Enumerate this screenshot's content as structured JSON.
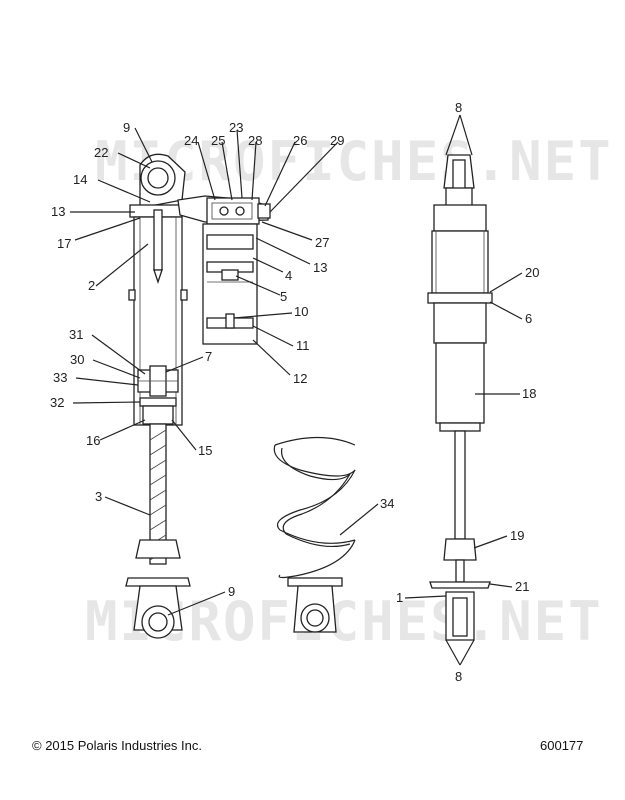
{
  "watermark": "MICROFICHES.NET",
  "footer": {
    "copyright": "© 2015 Polaris Industries Inc.",
    "doc_number": "600177"
  },
  "callouts": {
    "c9_top": "9",
    "c22": "22",
    "c14": "14",
    "c13_left": "13",
    "c17": "17",
    "c2": "2",
    "c24": "24",
    "c25": "25",
    "c23": "23",
    "c28": "28",
    "c26": "26",
    "c29": "29",
    "c27": "27",
    "c13_right": "13",
    "c4": "4",
    "c5": "5",
    "c10": "10",
    "c11": "11",
    "c12": "12",
    "c31": "31",
    "c7": "7",
    "c30": "30",
    "c33": "33",
    "c32": "32",
    "c16": "16",
    "c15": "15",
    "c3": "3",
    "c9_bottom": "9",
    "c34": "34",
    "c8_top": "8",
    "c20": "20",
    "c6": "6",
    "c18": "18",
    "c19": "19",
    "c21": "21",
    "c1": "1",
    "c8_bottom": "8"
  }
}
